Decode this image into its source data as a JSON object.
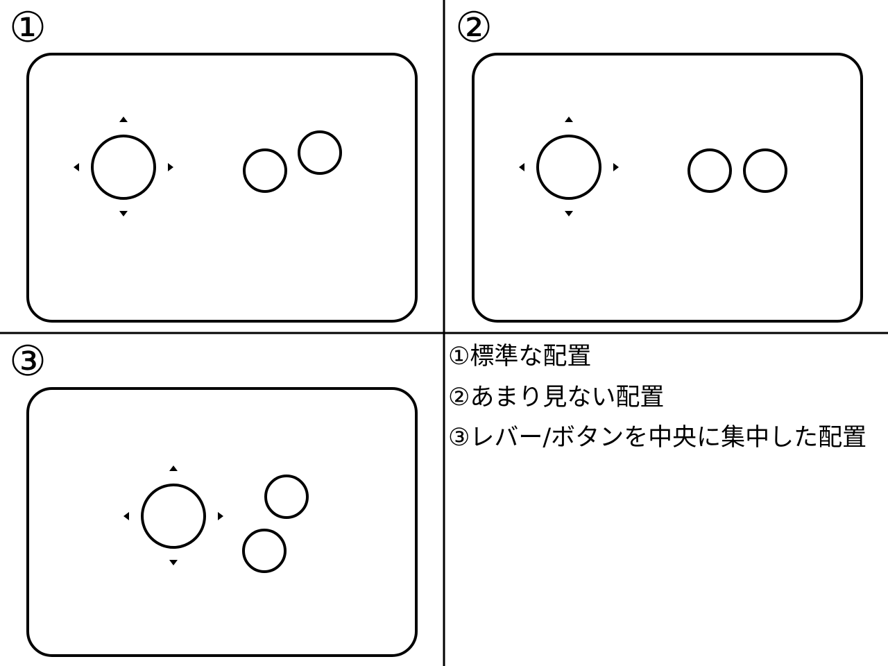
{
  "panels": [
    {
      "number": "①",
      "layout": "standard"
    },
    {
      "number": "②",
      "layout": "rare"
    },
    {
      "number": "③",
      "layout": "centered"
    }
  ],
  "legend": {
    "line1": "①標準な配置",
    "line2": "②あまり見ない配置",
    "line3": "③レバー/ボタンを中央に集中した配置"
  },
  "colors": {
    "stroke": "#000000",
    "background": "#ffffff"
  }
}
